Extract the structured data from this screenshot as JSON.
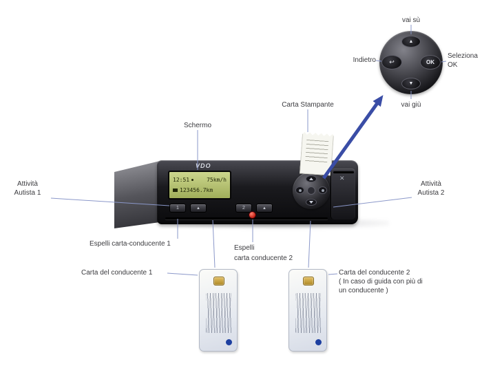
{
  "labels": {
    "screen": "Schermo",
    "printer_paper": "Carta Stampante",
    "driver1_activity": "Attività Autista 1",
    "driver2_activity": "Attività Autista 2",
    "eject_card1": "Espelli carta-conducente 1",
    "eject_card2_line1": "Espelli",
    "eject_card2_line2": "carta conducente 2",
    "driver_card1": "Carta del conducente 1",
    "driver_card2": "Carta del conducente 2",
    "driver_card2_note": "( In caso di guida con più di un conducente )",
    "pad_up": "vai sù",
    "pad_down": "vai giù",
    "pad_back": "Indietro",
    "pad_select": "Seleziona OK"
  },
  "device": {
    "brand": "VDO",
    "display": {
      "time": "12:51",
      "speed": "75km/h",
      "odometer": "123456.7km"
    },
    "buttons": {
      "driver1": "1",
      "driver2": "2",
      "eject": "▲"
    },
    "pad": {
      "up": "▲",
      "down": "▼",
      "back": "↩",
      "ok": "OK"
    },
    "printer_mark": "✕"
  },
  "colors": {
    "connector_line": "#8a97c9",
    "arrow_blue": "#3a4da6",
    "lcd_green": "#b7c47b",
    "red_button": "#c01e12",
    "card_chip_gold": "#c9a22e",
    "card_dot_blue": "#1d3fa0"
  }
}
